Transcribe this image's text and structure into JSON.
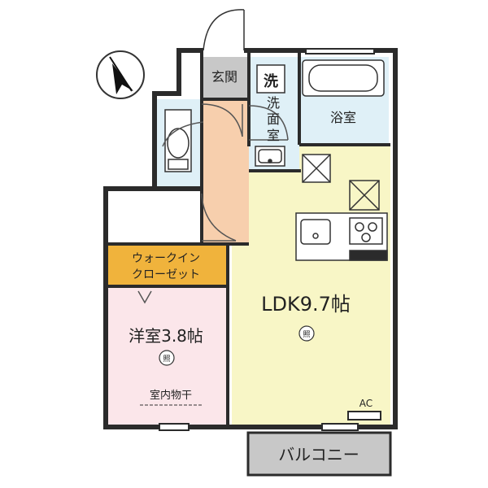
{
  "rooms": {
    "entrance": "玄関",
    "washroom_top": "洗",
    "washroom_label": [
      "洗",
      "面",
      "室"
    ],
    "bath": "浴室",
    "closet_line1": "ウォークイン",
    "closet_line2": "クローゼット",
    "bedroom": "洋室3.8帖",
    "ldk": "LDK9.7帖",
    "drying": "室内物干",
    "ac": "AC",
    "balcony": "バルコニー"
  },
  "symbols": {
    "light_mark": "照",
    "compass": "north-arrow-icon",
    "fan": "ventilation-fan-icon"
  },
  "colors": {
    "wall": "#2b2b2b",
    "ldk_floor": "#f8f6c6",
    "bedroom_floor": "#fbe6ea",
    "hall_floor": "#f7cfad",
    "closet_floor": "#f0b33c",
    "entrance_floor": "#c8c8c8",
    "wet_floor": "#dff0f7",
    "balcony_floor": "#c8c8c8"
  }
}
